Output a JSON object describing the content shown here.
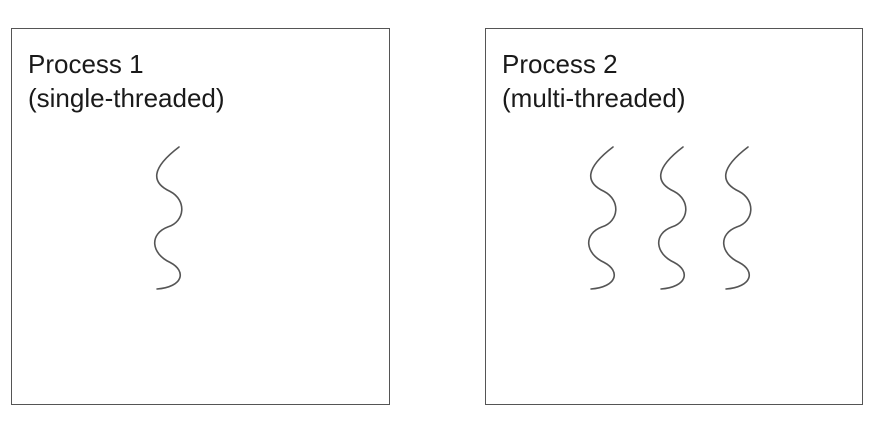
{
  "processes": [
    {
      "title_line1": "Process 1",
      "title_line2": "(single-threaded)",
      "thread_count": 1
    },
    {
      "title_line1": "Process 2",
      "title_line2": "(multi-threaded)",
      "thread_count": 3
    }
  ],
  "colors": {
    "thread_stroke": "#555555",
    "box_border": "#555555",
    "text": "#1a1a1a"
  }
}
